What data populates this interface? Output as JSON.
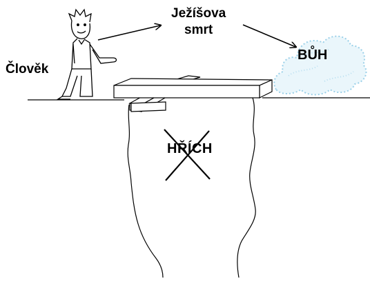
{
  "labels": {
    "person": "Člověk",
    "jesus_death_line1": "Ježíšova",
    "jesus_death_line2": "smrt",
    "god": "BŮH",
    "sin": "HŘÍCH"
  },
  "colors": {
    "ink": "#000000",
    "cloud": "#9ad0e8",
    "background": "#ffffff"
  },
  "icons": [
    "kneeling-person-icon",
    "cross-bridge-icon",
    "cloud-icon",
    "arrow-icon",
    "x-mark-icon"
  ]
}
